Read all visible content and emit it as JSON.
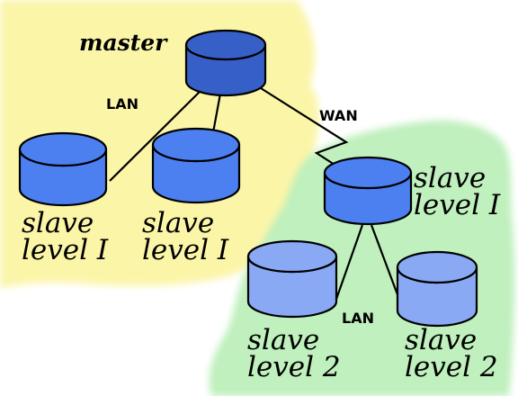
{
  "colors": {
    "yellow_region": "#fbf5a8",
    "green_region": "#bff0bd",
    "master_db": "#3660c8",
    "slave_level_1_db": "#4c7ff0",
    "slave_level_2_db": "#8aa9f5",
    "stroke": "#000000"
  },
  "nodes": {
    "master": {
      "label": "master"
    },
    "slave_a": {
      "line1": "slave",
      "line2": "level I"
    },
    "slave_b": {
      "line1": "slave",
      "line2": "level I"
    },
    "slave_c": {
      "line1": "slave",
      "line2": "level I"
    },
    "slave_d": {
      "line1": "slave",
      "line2": "level 2"
    },
    "slave_e": {
      "line1": "slave",
      "line2": "level 2"
    }
  },
  "links": {
    "lan_top": "LAN",
    "wan": "WAN",
    "lan_bottom": "LAN"
  }
}
